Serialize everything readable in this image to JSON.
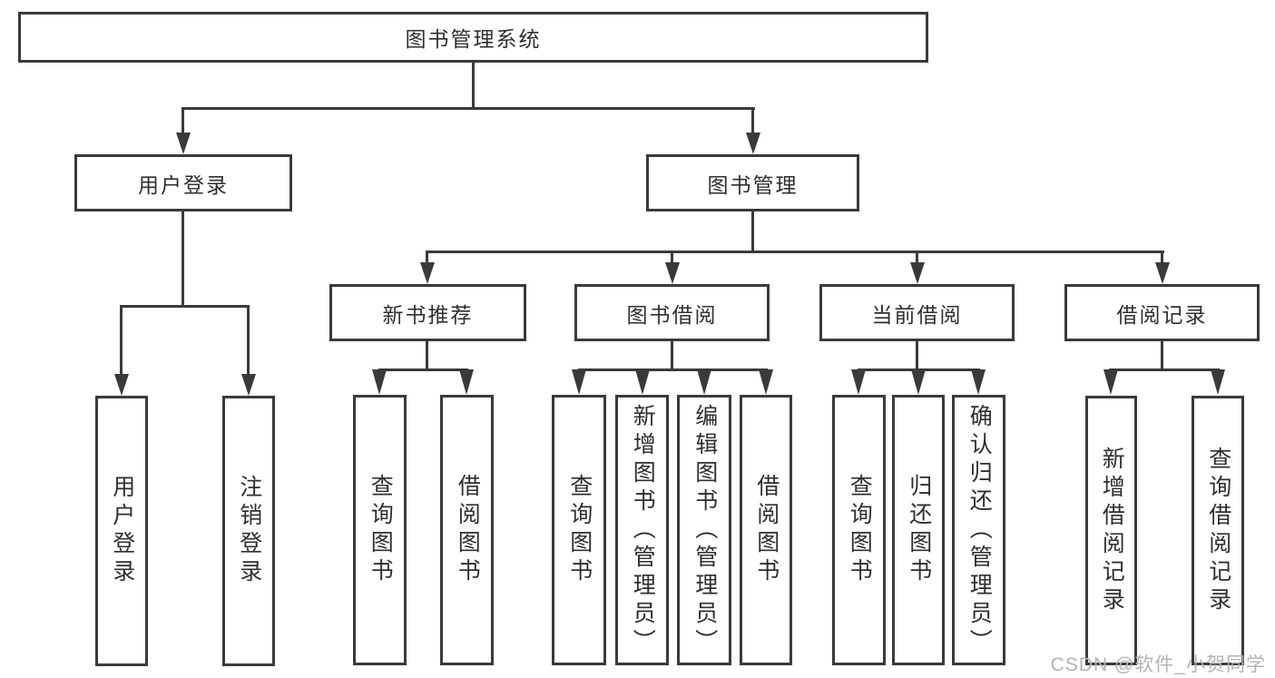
{
  "diagram": {
    "title": "图书管理系统",
    "root": {
      "label": "图书管理系统"
    },
    "branches": [
      {
        "label": "用户登录",
        "children": [
          {
            "label": "用户登录"
          },
          {
            "label": "注销登录"
          }
        ]
      },
      {
        "label": "图书管理",
        "children": [
          {
            "label": "新书推荐",
            "children": [
              {
                "label": "查询图书"
              },
              {
                "label": "借阅图书"
              }
            ]
          },
          {
            "label": "图书借阅",
            "children": [
              {
                "label": "查询图书"
              },
              {
                "label": "新增图书（管理员）"
              },
              {
                "label": "编辑图书（管理员）"
              },
              {
                "label": "借阅图书"
              }
            ]
          },
          {
            "label": "当前借阅",
            "children": [
              {
                "label": "查询图书"
              },
              {
                "label": "归还图书"
              },
              {
                "label": "确认归还（管理员）"
              }
            ]
          },
          {
            "label": "借阅记录",
            "children": [
              {
                "label": "新增借阅记录"
              },
              {
                "label": "查询借阅记录"
              }
            ]
          }
        ]
      }
    ]
  },
  "watermark": {
    "text": "CSDN @软件_小贺同学",
    "color": "#b3b3b3"
  },
  "colors": {
    "line": "#3a3a3a",
    "text": "#2f2f2f",
    "background": "#ffffff"
  }
}
